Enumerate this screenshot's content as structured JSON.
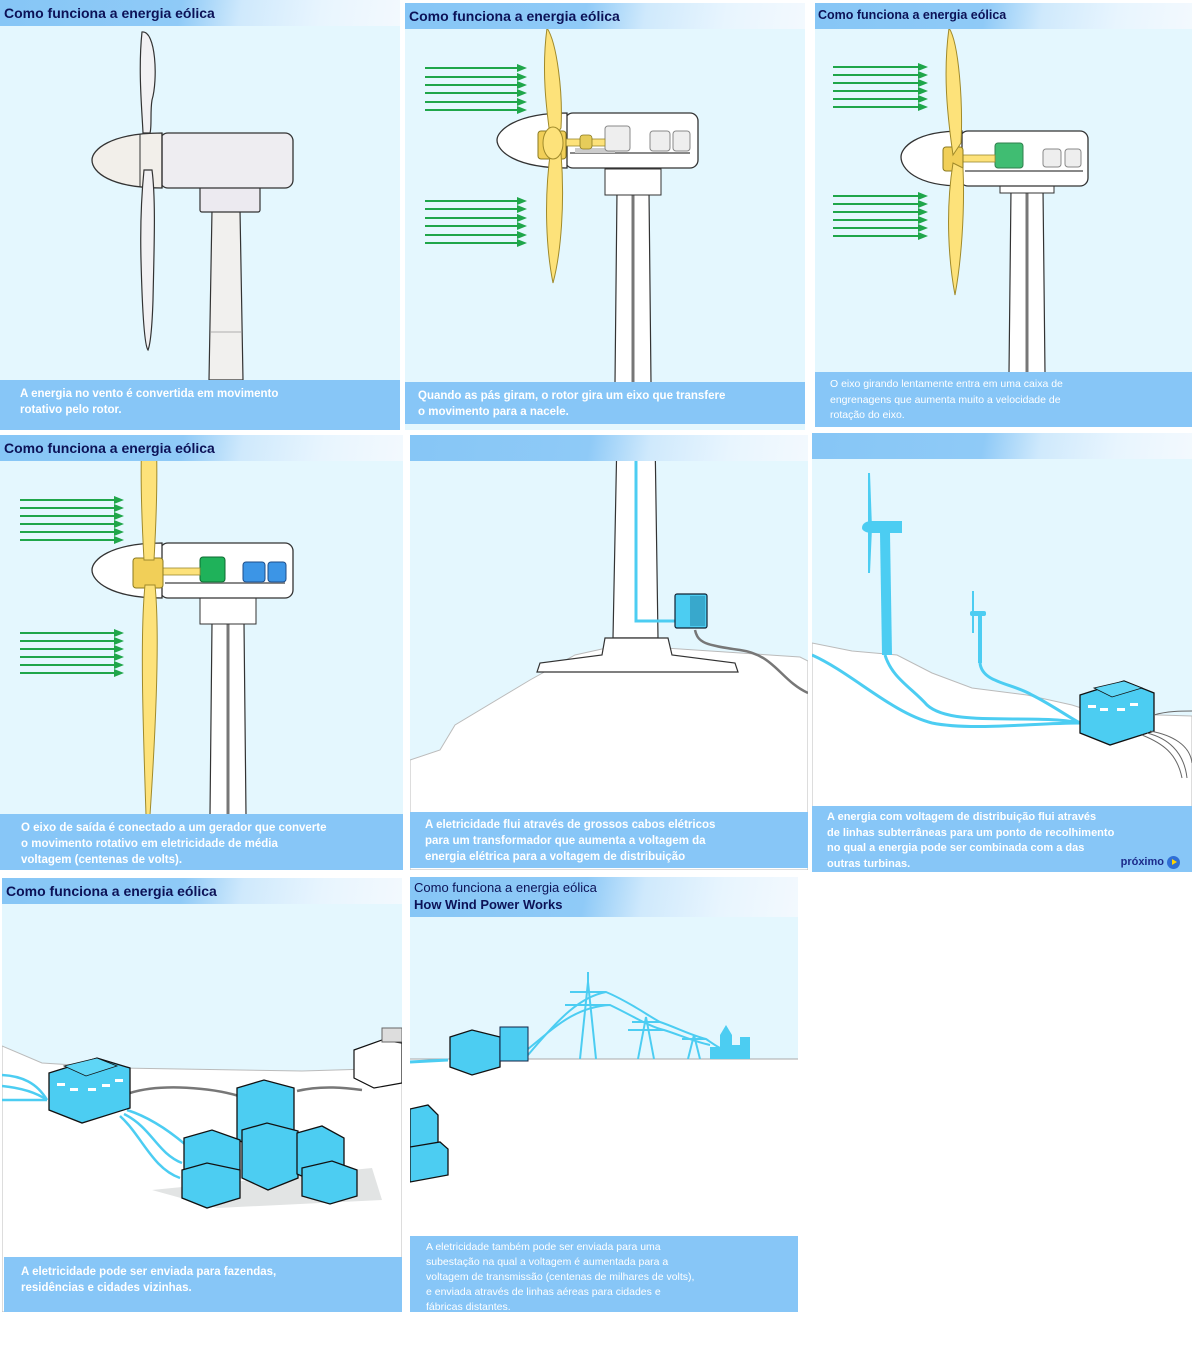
{
  "app_title": "Como funciona a energia eólica",
  "alt_title": "How Wind Power Works",
  "colors": {
    "header_blue": "#86c6f6",
    "sky": "#e4f7fe",
    "caption_bg": "#87c6f7",
    "title_text": "#0c1257",
    "wind_arrow": "#1fa64a",
    "rotor_yellow": "#fde27a",
    "gearbox_green": "#1fb25a",
    "generator_blue": "#3c95e6",
    "cable_cyan": "#4ccdf2"
  },
  "panels": [
    {
      "title": "Como funciona a energia eólica",
      "caption": [
        "A energia no vento é convertida em movimento",
        "rotativo pelo rotor."
      ],
      "illustration": "turbine-exterior"
    },
    {
      "title": "Como funciona a energia eólica",
      "caption": [
        "Quando as pás giram, o rotor gira um eixo que transfere",
        "o movimento para a nacele."
      ],
      "illustration": "turbine-cutaway-rotor"
    },
    {
      "title": "Como funciona a energia eólica",
      "caption": [
        "O eixo girando lentamente entra em uma caixa de",
        "engrenagens que aumenta muito a velocidade de",
        "rotação do eixo."
      ],
      "illustration": "turbine-cutaway-gearbox"
    },
    {
      "title": "Como funciona a energia eólica",
      "caption": [
        "O eixo de saída é conectado a um gerador que converte",
        "o movimento rotativo em eletricidade de média",
        "voltagem (centenas de volts)."
      ],
      "illustration": "turbine-cutaway-generator"
    },
    {
      "title": "",
      "caption": [
        "A eletricidade flui através de grossos cabos elétricos",
        "para um transformador que aumenta a voltagem da",
        "energia elétrica para a voltagem de distribuição"
      ],
      "illustration": "tower-base-transformer"
    },
    {
      "title": "",
      "caption": [
        "A energia com voltagem de distribuição flui através",
        "de linhas subterrâneas para um ponto de recolhimento",
        "no qual a energia pode ser combinada com a das",
        "outras turbinas."
      ],
      "next_label": "próximo",
      "illustration": "collection-point"
    },
    {
      "title": "Como funciona a energia eólica",
      "caption": [
        "A eletricidade pode ser enviada para fazendas,",
        "residências e cidades vizinhas."
      ],
      "illustration": "distribution-city"
    },
    {
      "title": "Como funciona a energia eólica",
      "caption": [
        "A eletricidade também pode ser enviada para uma",
        "subestação na qual a voltagem é aumentada para a",
        "voltagem de transmissão (centenas de milhares de volts),",
        "e enviada através de linhas aéreas para cidades e",
        "fábricas distantes."
      ],
      "illustration": "transmission-lines"
    }
  ]
}
